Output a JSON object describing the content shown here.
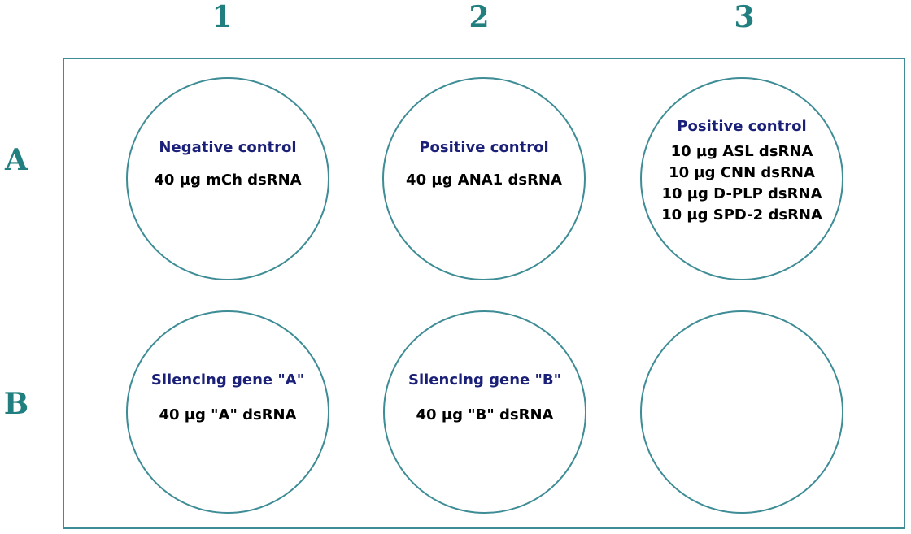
{
  "columns": [
    "1",
    "2",
    "3"
  ],
  "rows": [
    "A",
    "B"
  ],
  "wells": {
    "A1": {
      "title": "Negative control",
      "lines": [
        "40 µg mCh dsRNA"
      ]
    },
    "A2": {
      "title": "Positive control",
      "lines": [
        "40 µg ANA1 dsRNA"
      ]
    },
    "A3": {
      "title": "Positive control",
      "lines": [
        "10 µg ASL dsRNA",
        "10 µg CNN dsRNA",
        "10 µg D-PLP dsRNA",
        "10 µg SPD-2 dsRNA"
      ]
    },
    "B1": {
      "title": "Silencing gene \"A\"",
      "lines": [
        "40 µg \"A\" dsRNA"
      ]
    },
    "B2": {
      "title": "Silencing gene \"B\"",
      "lines": [
        "40 µg \"B\" dsRNA"
      ]
    },
    "B3": {
      "title": "",
      "lines": []
    }
  },
  "colors": {
    "label": "#227f80",
    "outline": "#3e8c95",
    "title_text": "#1a1f78",
    "body_text": "#000000"
  }
}
